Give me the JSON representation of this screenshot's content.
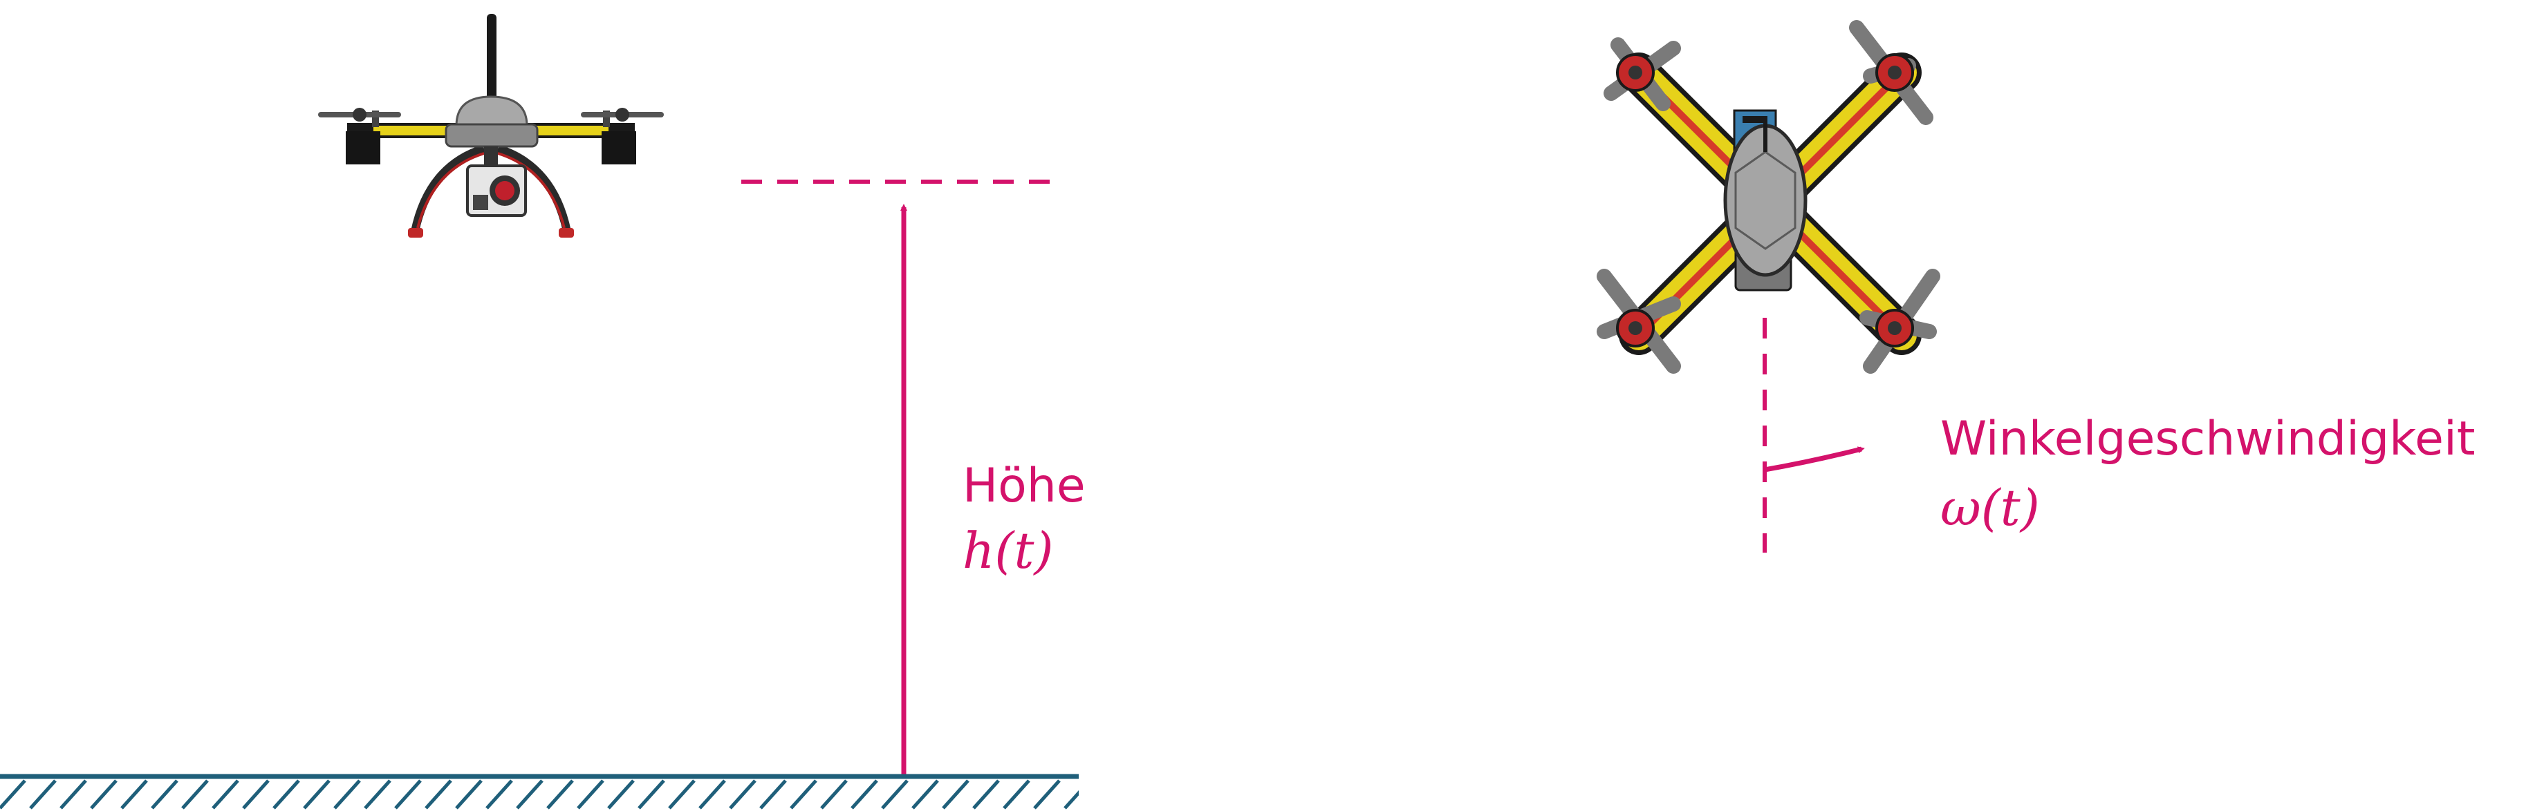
{
  "colors": {
    "accent": "#d4126b",
    "ground": "#1f5f7a",
    "arm_yellow": "#e6d21a",
    "arm_red": "#d63a2a",
    "body_gray": "#9a9a9a",
    "dark": "#1a1a1a"
  },
  "left_panel": {
    "height_label": "Höhe",
    "height_symbol": "h(t)",
    "drone_side_icon": "drone-side-view-icon"
  },
  "right_panel": {
    "angular_label": "Winkelgeschwindigkeit",
    "angular_symbol": "ω(t)",
    "drone_top_icon": "drone-top-view-icon"
  }
}
